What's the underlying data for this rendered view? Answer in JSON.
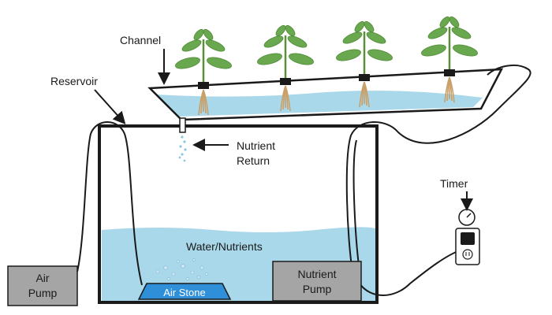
{
  "labels": {
    "channel": "Channel",
    "reservoir": "Reservoir",
    "nutrient_return_line1": "Nutrient",
    "nutrient_return_line2": "Return",
    "timer": "Timer",
    "water_nutrients": "Water/Nutrients",
    "air_pump_line1": "Air",
    "air_pump_line2": "Pump",
    "air_stone": "Air Stone",
    "nutrient_pump_line1": "Nutrient",
    "nutrient_pump_line2": "Pump"
  },
  "plants": {
    "count": 4
  },
  "colors": {
    "water": "#a9d8ea",
    "water_edge": "#8cc8e0",
    "leaf": "#6aa84f",
    "leaf_dark": "#4e8a36",
    "stem": "#5d8f3a",
    "root": "#c9a06a",
    "pump_box": "#a5a5a5",
    "air_stone": "#2f8fd8",
    "outline": "#1a1a1a"
  }
}
